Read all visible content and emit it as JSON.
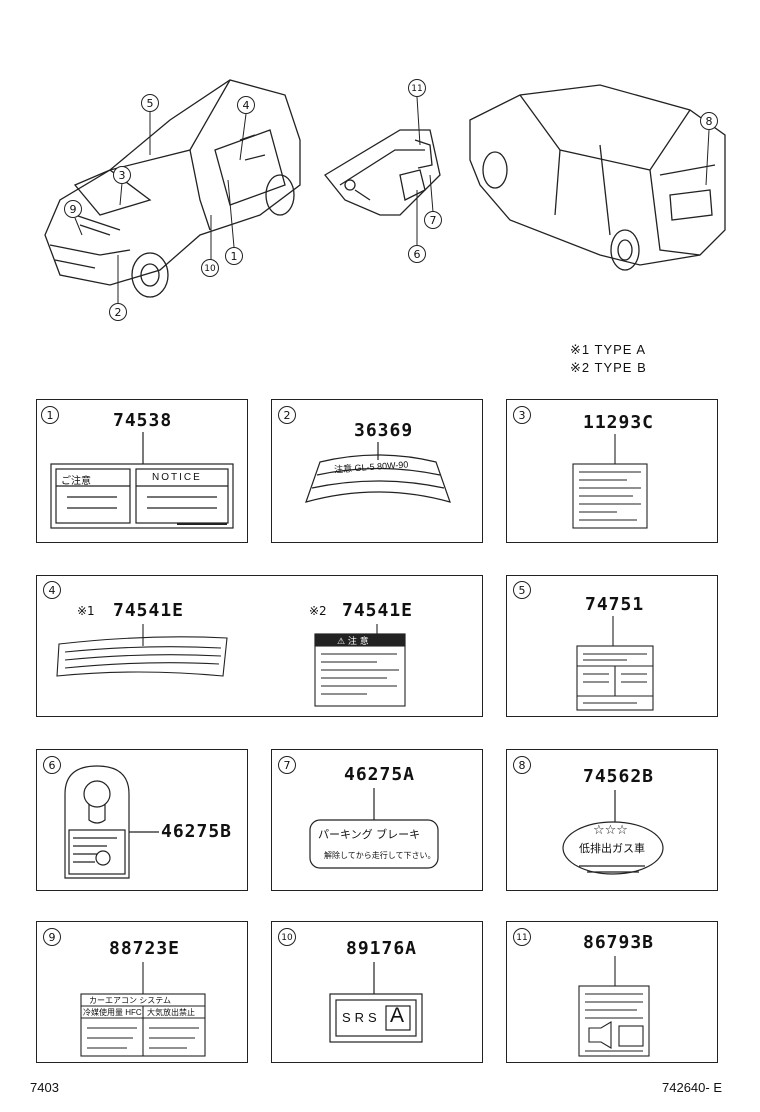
{
  "type_notes": {
    "n1_mark": "※1",
    "n1_text": "TYPE  A",
    "n2_mark": "※2",
    "n2_text": "TYPE  B"
  },
  "callouts": [
    "1",
    "2",
    "3",
    "4",
    "5",
    "6",
    "7",
    "8",
    "9",
    "10",
    "11"
  ],
  "panels": {
    "p1": {
      "num": "1",
      "part": "74538",
      "label_left": "ご注意",
      "label_right": "NOTICE"
    },
    "p2": {
      "num": "2",
      "part": "36369",
      "label_text": "注意 GL-5 80W-90"
    },
    "p3": {
      "num": "3",
      "part": "11293C"
    },
    "p4": {
      "num": "4",
      "part_a": "74541E",
      "mark_a": "※1",
      "part_b": "74541E",
      "mark_b": "※2",
      "label_b_title": "⚠ 注 意"
    },
    "p5": {
      "num": "5",
      "part": "74751"
    },
    "p6": {
      "num": "6",
      "part": "46275B"
    },
    "p7": {
      "num": "7",
      "part": "46275A",
      "label_title": "パーキング ブレーキ",
      "label_sub": "解除してから走行して下さい。"
    },
    "p8": {
      "num": "8",
      "part": "74562B",
      "label_title": "低排出ガス車",
      "stars": "☆☆☆"
    },
    "p9": {
      "num": "9",
      "part": "88723E",
      "label_head": "カーエアコン システム",
      "cell_a": "冷媒使用量 HFC",
      "cell_b": "大気放出禁止"
    },
    "p10": {
      "num": "10",
      "part": "89176A",
      "label_text": "SRS",
      "label_box": "A"
    },
    "p11": {
      "num": "11",
      "part": "86793B"
    }
  },
  "footer": {
    "left": "7403",
    "right": "742640- E"
  }
}
